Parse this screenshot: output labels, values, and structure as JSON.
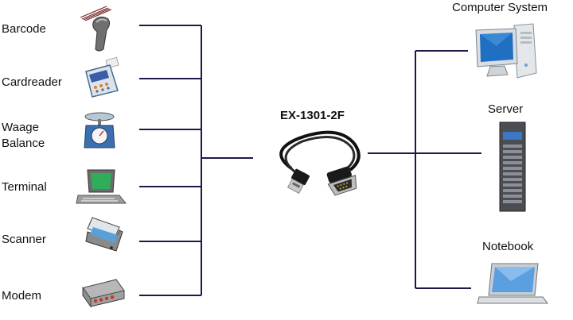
{
  "center": {
    "title": "EX-1301-2F",
    "icon": "usb-serial-cable-icon"
  },
  "left_devices": [
    {
      "label": "Barcode",
      "icon": "barcode-scanner-icon"
    },
    {
      "label": "Cardreader",
      "icon": "card-reader-icon"
    },
    {
      "label_line1": "Waage",
      "label_line2": "Balance",
      "icon": "scale-icon"
    },
    {
      "label": "Terminal",
      "icon": "terminal-icon"
    },
    {
      "label": "Scanner",
      "icon": "flatbed-scanner-icon"
    },
    {
      "label": "Modem",
      "icon": "modem-icon"
    }
  ],
  "right_devices": [
    {
      "label": "Computer System",
      "icon": "desktop-computer-icon"
    },
    {
      "label": "Server",
      "icon": "server-rack-icon"
    },
    {
      "label": "Notebook",
      "icon": "laptop-icon"
    }
  ],
  "colors": {
    "line": "#1a1a4a"
  }
}
